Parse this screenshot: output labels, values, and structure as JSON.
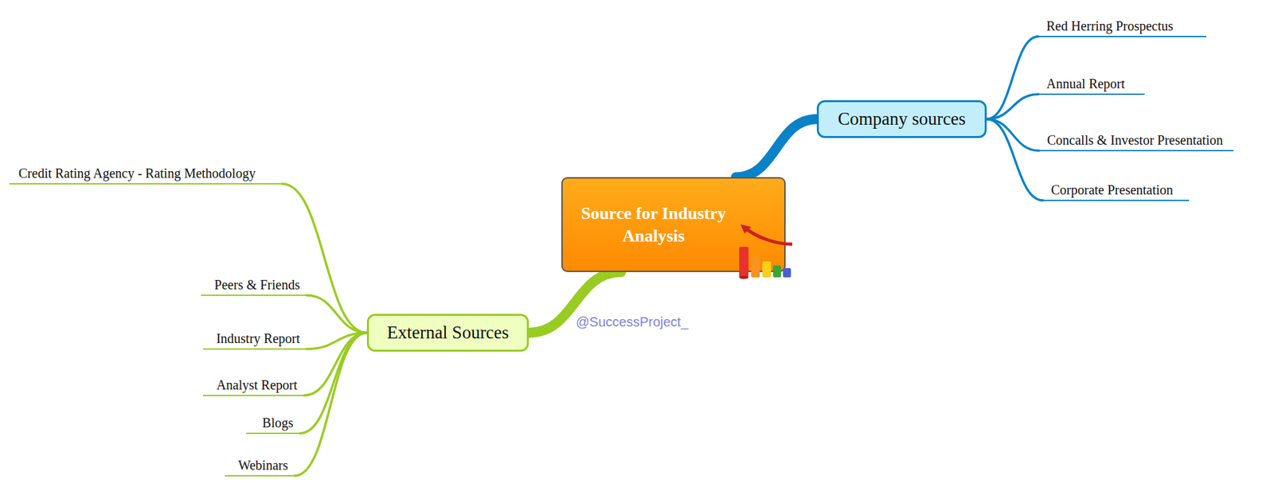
{
  "diagram": {
    "nodes": [
      {
        "text": [
          "Source for Industry Analysis"
        ]
      },
      {
        "text": [
          "Company sources"
        ]
      },
      {
        "text": [
          "Red Herring Prospectus"
        ]
      },
      {
        "text": [
          "Annual Report"
        ]
      },
      {
        "text": [
          "Concalls & Investor Presentation"
        ]
      },
      {
        "text": [
          "Corporate Presentation"
        ]
      },
      {
        "text": [
          "External Sources"
        ]
      },
      {
        "text": [
          "Credit Rating Agency - Rating Methodology"
        ]
      },
      {
        "text": [
          "Peers & Friends"
        ]
      },
      {
        "text": [
          "Industry Report"
        ]
      },
      {
        "text": [
          "Analyst Report"
        ]
      },
      {
        "text": [
          "Blogs"
        ]
      },
      {
        "text": [
          "Webinars"
        ]
      }
    ],
    "edges": [
      {
        "from": 0,
        "to": 1,
        "arrow": "none"
      },
      {
        "from": 0,
        "to": 6,
        "arrow": "none"
      },
      {
        "from": 1,
        "to": 2,
        "arrow": "none"
      },
      {
        "from": 1,
        "to": 3,
        "arrow": "none"
      },
      {
        "from": 1,
        "to": 4,
        "arrow": "none"
      },
      {
        "from": 1,
        "to": 5,
        "arrow": "none"
      },
      {
        "from": 6,
        "to": 7,
        "arrow": "none"
      },
      {
        "from": 6,
        "to": 8,
        "arrow": "none"
      },
      {
        "from": 6,
        "to": 9,
        "arrow": "none"
      },
      {
        "from": 6,
        "to": 10,
        "arrow": "none"
      },
      {
        "from": 6,
        "to": 11,
        "arrow": "none"
      },
      {
        "from": 6,
        "to": 12,
        "arrow": "none"
      }
    ],
    "labels": [
      "@SuccessProject_"
    ]
  }
}
